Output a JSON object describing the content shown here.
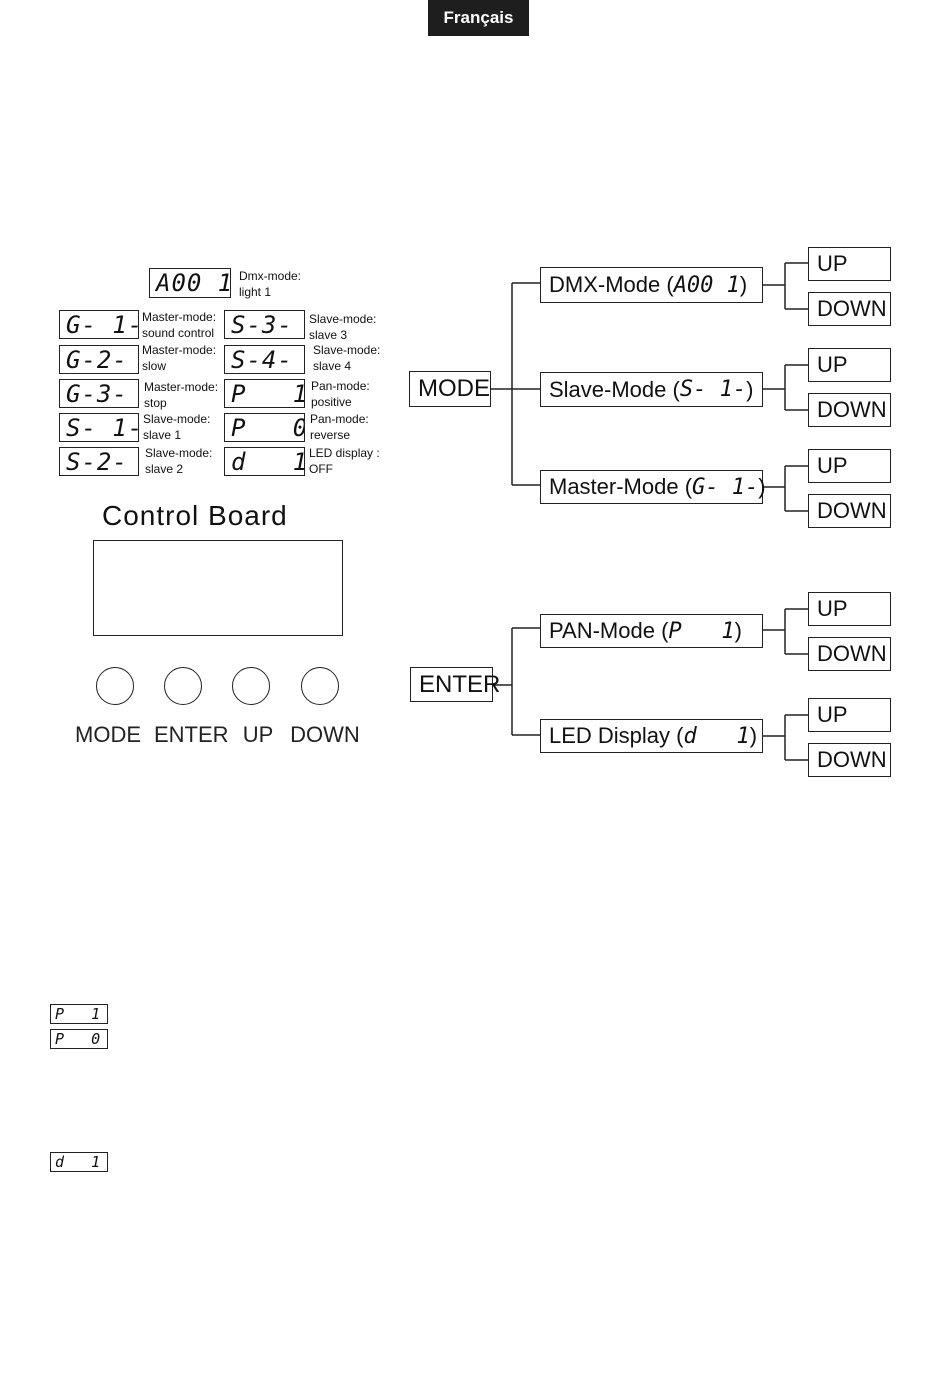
{
  "header": {
    "language_tab": "Français"
  },
  "legend": {
    "top": {
      "display": "A00 1",
      "label1": "Dmx-mode:",
      "label2": "light 1"
    },
    "left": [
      {
        "display": "G- 1-",
        "label1": "Master-mode:",
        "label2": "sound control"
      },
      {
        "display": "G-2-",
        "label1": "Master-mode:",
        "label2": "slow"
      },
      {
        "display": "G-3-",
        "label1": "Master-mode:",
        "label2": "stop"
      },
      {
        "display": "S- 1-",
        "label1": "Slave-mode:",
        "label2": "slave 1"
      },
      {
        "display": "S-2-",
        "label1": "Slave-mode:",
        "label2": "slave 2"
      }
    ],
    "right": [
      {
        "display": "S-3-",
        "label1": "Slave-mode:",
        "label2": "slave 3"
      },
      {
        "display": "S-4-",
        "label1": "Slave-mode:",
        "label2": "slave 4"
      },
      {
        "display": "P   1",
        "label1": "Pan-mode:",
        "label2": "positive"
      },
      {
        "display": "P   0",
        "label1": "Pan-mode:",
        "label2": "reverse"
      },
      {
        "display": "d   1",
        "label1": "LED display :",
        "label2": "OFF"
      }
    ]
  },
  "control_board": {
    "title": "Control Board",
    "buttons": [
      "MODE",
      "ENTER",
      "UP",
      "DOWN"
    ]
  },
  "flow": {
    "mode_root": "MODE",
    "enter_root": "ENTER",
    "up_label": "UP",
    "down_label": "DOWN",
    "branches": [
      {
        "text": "DMX-Mode (",
        "code": "A00 1",
        "close": ")"
      },
      {
        "text": "Slave-Mode (",
        "code": "S- 1-",
        "close": ")"
      },
      {
        "text": "Master-Mode (",
        "code": "G- 1-",
        "close": ")"
      },
      {
        "text": "PAN-Mode (",
        "code": "P   1",
        "close": ")"
      },
      {
        "text": "LED Display (",
        "code": "d   1",
        "close": ")"
      }
    ]
  },
  "bottom_displays": [
    "P   1",
    "P   0",
    "d   1"
  ]
}
